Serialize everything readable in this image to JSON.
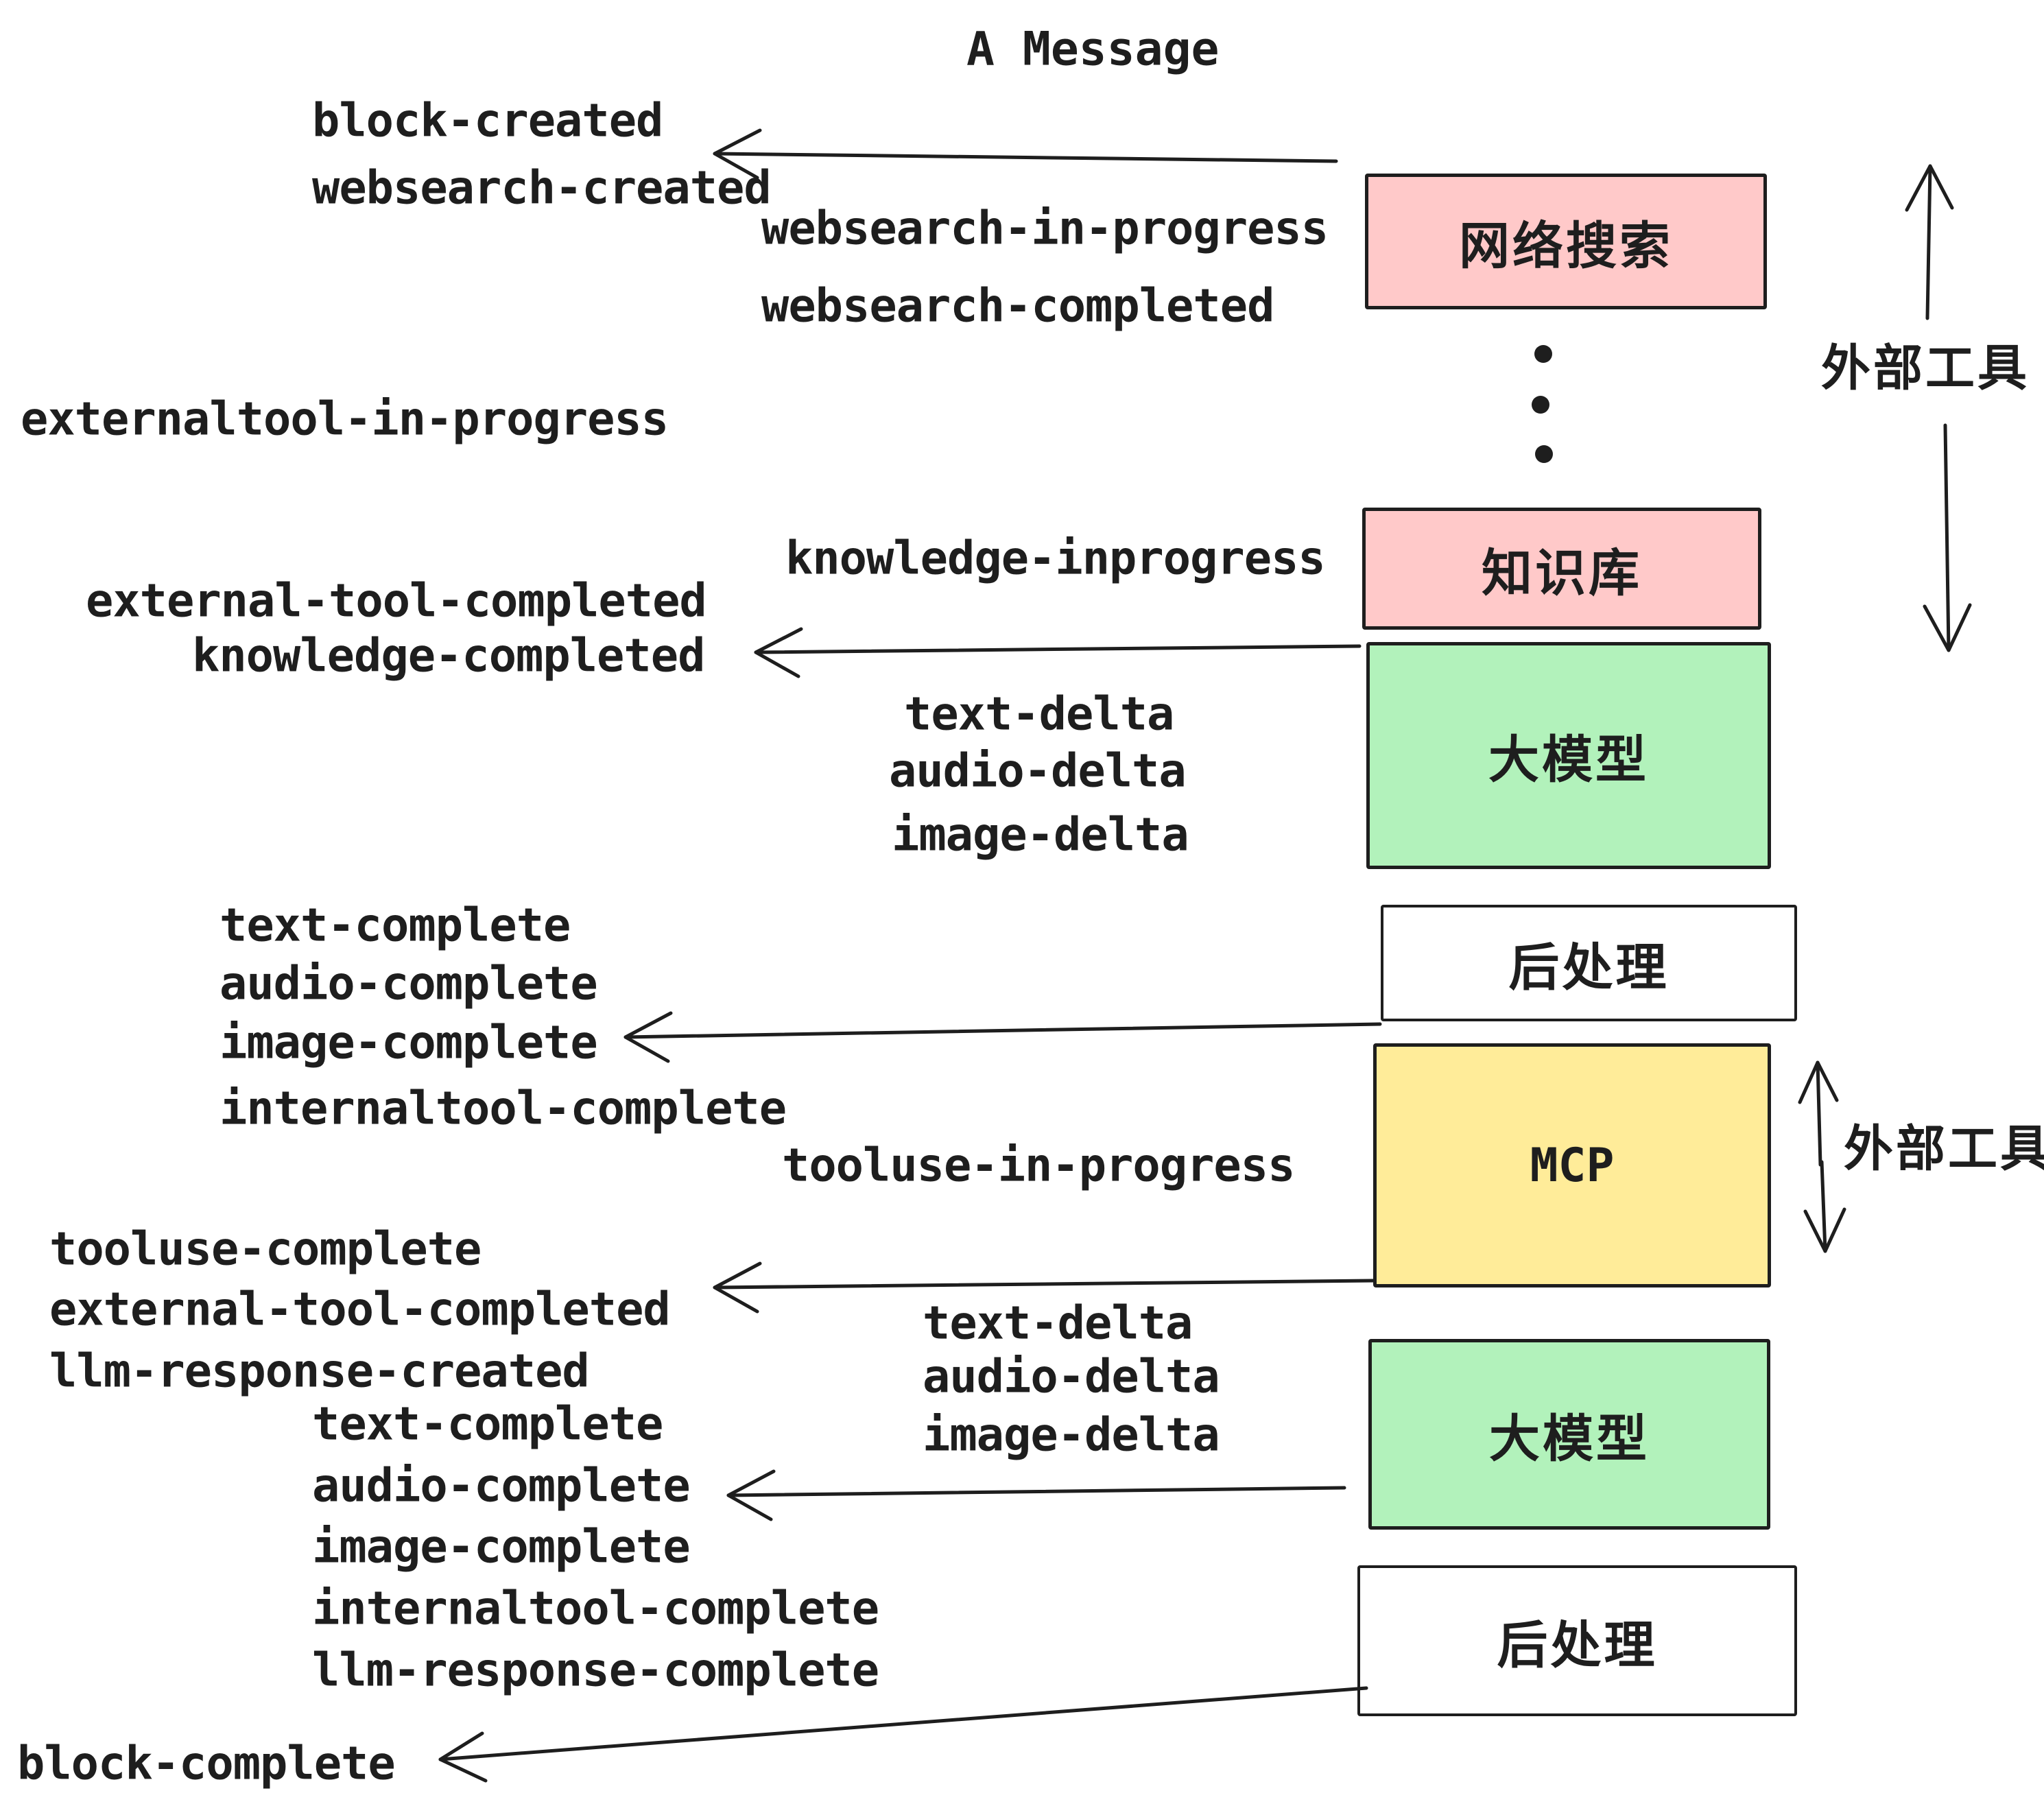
{
  "title": "A Message",
  "colors": {
    "box_pink": "#ffc9c9",
    "box_green": "#b2f2bb",
    "box_yellow": "#ffec99",
    "box_white": "#ffffff",
    "stroke": "#1e1e1e"
  },
  "boxes": {
    "web_search": "网络搜索",
    "knowledge_base": "知识库",
    "llm": "大模型",
    "post_process": "后处理",
    "mcp": "MCP"
  },
  "annotations": {
    "external_tools": "外部工具"
  },
  "events": {
    "block_created": "block-created",
    "websearch_created": "websearch-created",
    "websearch_in_progress": "websearch-in-progress",
    "websearch_completed": "websearch-completed",
    "externaltool_in_progress": "externaltool-in-progress",
    "knowledge_inprogress": "knowledge-inprogress",
    "external_tool_completed": "external-tool-completed",
    "knowledge_completed": "knowledge-completed",
    "text_delta": "text-delta",
    "audio_delta": "audio-delta",
    "image_delta": "image-delta",
    "text_complete": "text-complete",
    "audio_complete": "audio-complete",
    "image_complete": "image-complete",
    "internaltool_complete": "internaltool-complete",
    "tooluse_in_progress": "tooluse-in-progress",
    "tooluse_complete": "tooluse-complete",
    "llm_response_created": "llm-response-created",
    "llm_response_complete": "llm-response-complete",
    "block_complete": "block-complete"
  }
}
